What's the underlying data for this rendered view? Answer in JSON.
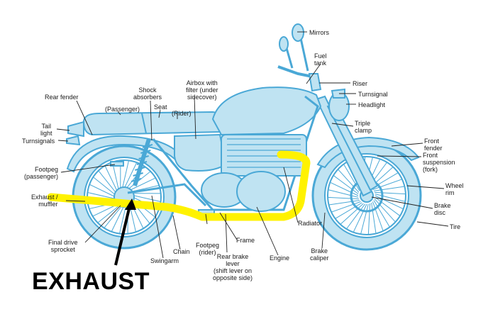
{
  "colors": {
    "bike_fill": "#bfe3f2",
    "bike_stroke": "#4aa8d6",
    "line": "#222222",
    "highlight": "#fff200",
    "arrow": "#000000"
  },
  "callout": "EXHAUST",
  "labels": {
    "mirrors": "Mirrors",
    "fuel_tank": "Fuel\ntank",
    "riser": "Riser",
    "turnsignal": "Turnsignal",
    "headlight": "Headlight",
    "triple_clamp": "Triple\nclamp",
    "front_fender": "Front\nfender",
    "front_suspension": "Front\nsuspension\n(fork)",
    "wheel_rim": "Wheel\nrim",
    "brake_disc": "Brake\ndisc",
    "tire": "Tire",
    "radiator": "Radiator",
    "brake_caliper": "Brake\ncaliper",
    "engine": "Engine",
    "frame": "Frame",
    "rear_brake_lever": "Rear brake\nlever\n(shift lever on\nopposite side)",
    "footpeg_rider": "Footpeg\n(rider)",
    "chain": "Chain",
    "swingarm": "Swingarm",
    "final_drive": "Final drive\nsprocket",
    "exhaust_muffler": "Exhaust /\nmuffler",
    "footpeg_passenger": "Footpeg\n(passenger)",
    "turnsignals": "Turnsignals",
    "tail_light": "Tail\nlight",
    "rear_fender": "Rear fender",
    "passenger": "(Passenger)",
    "seat": "Seat",
    "rider": "(Rider)",
    "shock_absorbers": "Shock\nabsorbers",
    "airbox": "Airbox with\nfilter (under\nsidecover)"
  }
}
